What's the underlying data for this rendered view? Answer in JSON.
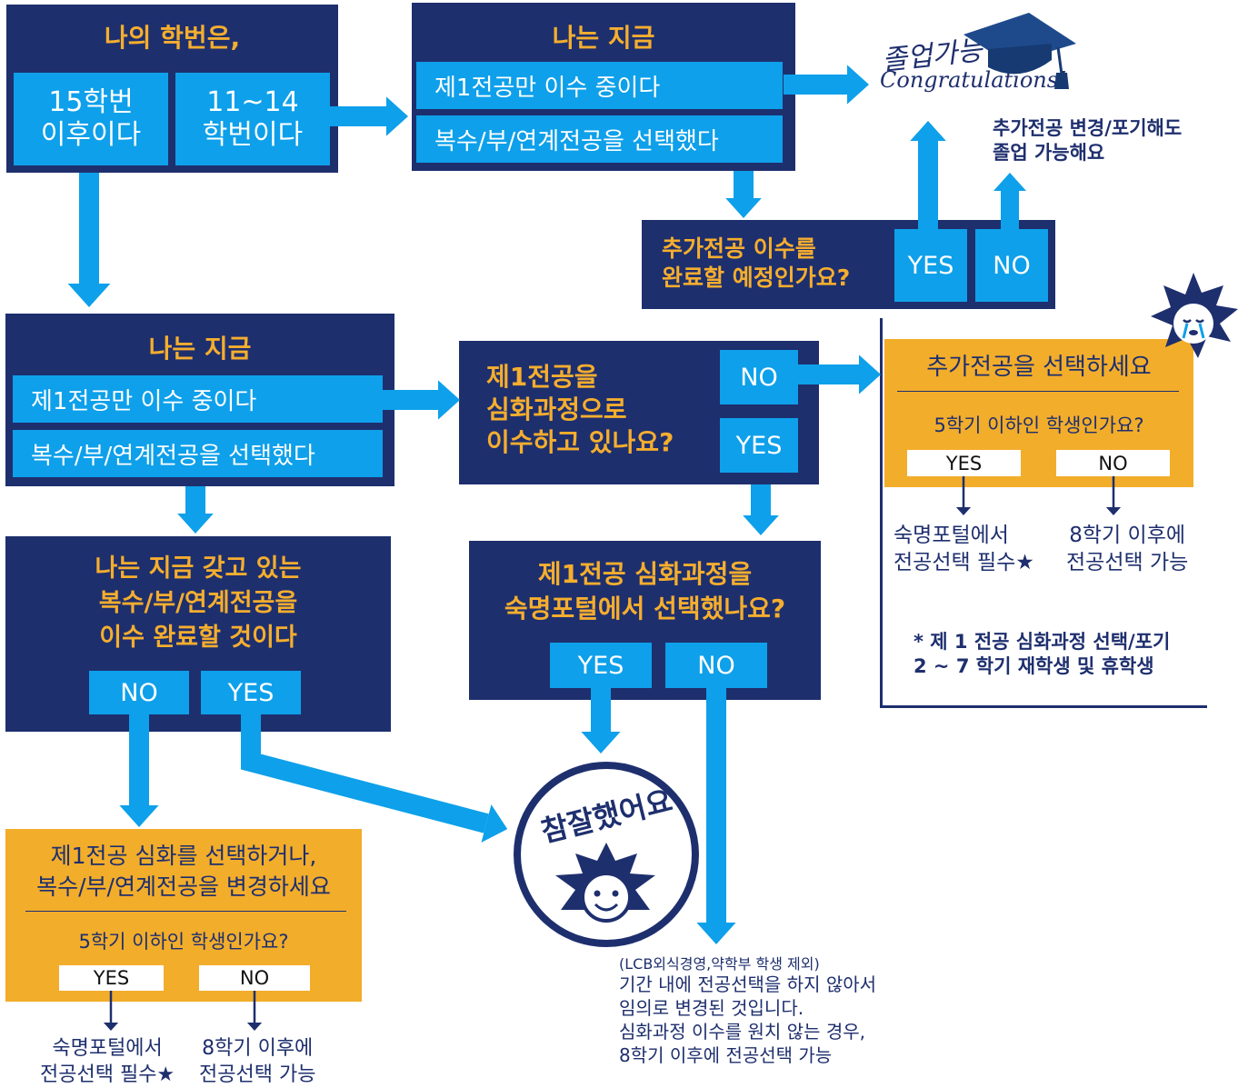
{
  "colors": {
    "navy": "#1e2f6e",
    "blue": "#0ea0ea",
    "orange": "#f2ad2b",
    "gold_text": "#f5ae2e"
  },
  "start": {
    "title": "나의 학번은,",
    "opt_15": "15학번\n이후이다",
    "opt_11": "11~14\n학번이다"
  },
  "top_now": {
    "title": "나는 지금",
    "opt1": "제1전공만 이수 중이다",
    "opt2": "복수/부/연계전공을 선택했다"
  },
  "graduate": {
    "script": "졸업가능",
    "congrats": "Congratulations!",
    "note": "추가전공 변경/포기해도\n졸업 가능해요"
  },
  "additional_q": {
    "question": "추가전공 이수를\n완료할 예정인가요?",
    "yes": "YES",
    "no": "NO"
  },
  "mid_now": {
    "title": "나는 지금",
    "opt1": "제1전공만 이수 중이다",
    "opt2": "복수/부/연계전공을 선택했다"
  },
  "intensive_q": {
    "question": "제1전공을\n심화과정으로\n이수하고 있나요?",
    "no": "NO",
    "yes": "YES"
  },
  "choose_add": {
    "title": "추가전공을 선택하세요",
    "question": "5학기 이하인 학생인가요?",
    "yes": "YES",
    "no": "NO",
    "yes_result": "숙명포털에서\n전공선택 필수★",
    "no_result": "8학기 이후에\n전공선택 가능"
  },
  "footnote": "* 제 1 전공 심화과정 선택/포기\n2 ~ 7 학기 재학생 및 휴학생",
  "complete_q": {
    "question": "나는 지금 갖고 있는\n복수/부/연계전공을\n이수 완료할 것이다",
    "no": "NO",
    "yes": "YES"
  },
  "portal_q": {
    "question": "제1전공 심화과정을\n숙명포털에서 선택했나요?",
    "yes": "YES",
    "no": "NO"
  },
  "stamp": {
    "text": "참잘했어요"
  },
  "change_box": {
    "title": "제1전공 심화를 선택하거나,\n복수/부/연계전공을 변경하세요",
    "question": "5학기 이하인 학생인가요?",
    "yes": "YES",
    "no": "NO",
    "yes_result": "숙명포털에서\n전공선택 필수★",
    "no_result": "8학기 이후에\n전공선택 가능"
  },
  "note_bottom": {
    "small": "(LCB외식경영,약학부 학생 제외)",
    "body": "기간 내에 전공선택을 하지 않아서\n임의로 변경된 것입니다.\n심화과정 이수를 원치 않는 경우,\n8학기 이후에 전공선택 가능"
  }
}
